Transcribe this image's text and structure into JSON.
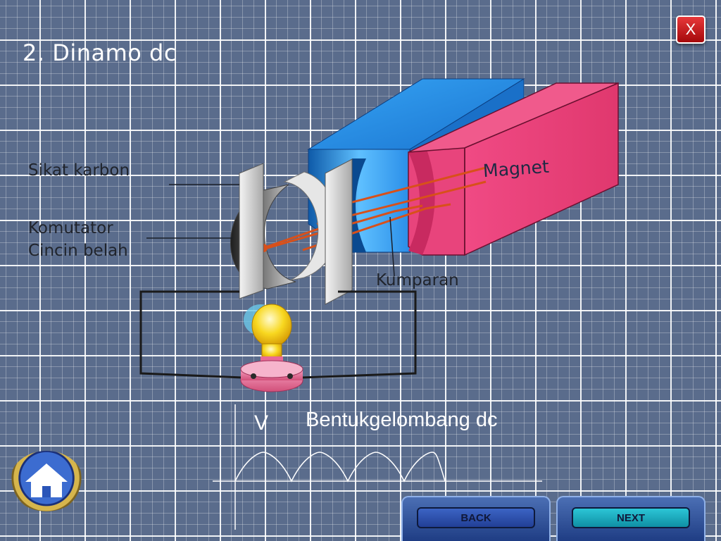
{
  "title": "2. Dinamo dc",
  "close_label": "X",
  "labels": {
    "brush": "Sikat karbon",
    "commutator_line1": "Komutator",
    "commutator_line2": "Cincin belah",
    "magnet": "Magnet",
    "coil": "Kumparan"
  },
  "waveform": {
    "title": "Bentukgelombang dc",
    "axis_label": "V"
  },
  "nav": {
    "back_label": "BACK",
    "next_label": "NEXT"
  },
  "colors": {
    "background": "#5a6c8c",
    "magnet_pink": "#e8447c",
    "pole_blue": "#2a8ee8",
    "wire_orange": "#d8501a",
    "bulb_yellow": "#f8d820",
    "close_red": "#c8191b"
  },
  "icons": {
    "home": "home-icon",
    "close": "close-icon"
  }
}
